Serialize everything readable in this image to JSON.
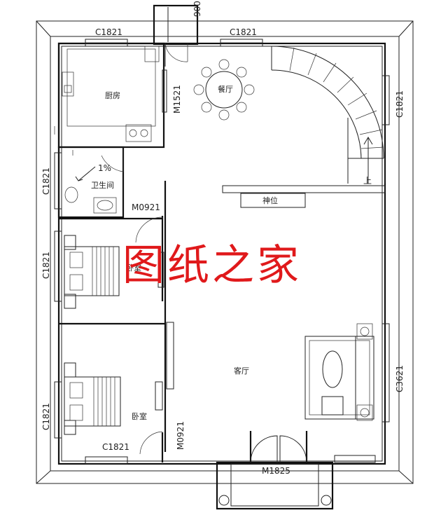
{
  "rooms": {
    "kitchen": "厨房",
    "dining": "餐厅",
    "bathroom": "卫生间",
    "bedroom_upper": "卧室",
    "bedroom_lower": "卧室",
    "living": "客厅",
    "shrine": "神位"
  },
  "labels": {
    "window_top_left": "C1821",
    "window_top_right": "C1821",
    "window_right_stair": "C1821",
    "window_left_bath": "C1821",
    "window_left_bed1": "C1821",
    "window_left_bed2": "C1821",
    "window_bottom_bed2": "C1821",
    "window_right_living": "C3621",
    "door_kitchen": "M1521",
    "door_bath": "M0921",
    "door_bed2": "M0921",
    "door_main": "M1825",
    "door_top_small": "900",
    "slope": "1%",
    "stair_up": "上"
  },
  "watermark": "图纸之家"
}
